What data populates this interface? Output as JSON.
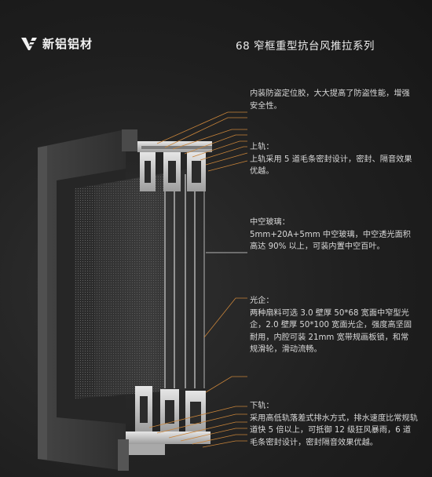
{
  "brand": {
    "name": "新铝铝材",
    "logo_icon": "ve-logo-icon"
  },
  "title": "68 窄框重型抗台风推拉系列",
  "colors": {
    "background": "#1e1e1e",
    "accent_line": "#c8843a",
    "frame": "#3a3a3a",
    "aluminum": "#cfcfcf"
  },
  "notes": [
    {
      "head": "",
      "body": "内装防盗定位胶，大大提高了防盗性能，增强安全性。"
    },
    {
      "head": "上轨：",
      "body": "上轨采用 5 道毛条密封设计，密封、隔音效果优越。"
    },
    {
      "head": "中空玻璃：",
      "body": "5mm+20A+5mm 中空玻璃，中空透光面积高达 90% 以上，可装内置中空百叶。"
    },
    {
      "head": "光企：",
      "body": "两种扇料可选 3.0 壁厚 50*68 宽面中窄型光企，2.0 壁厚 50*100 宽面光企，强度高坚固耐用，内腔可装 21mm 宽带规画板锁，和常规滑轮，滑动流畅。"
    },
    {
      "head": "下轨：",
      "body": "采用高低轨落差式排水方式，排水速度比常规轨道快 5 倍以上，可抵御 12 级狂风暴雨，6 道毛条密封设计，密封隔音效果优越。"
    }
  ]
}
